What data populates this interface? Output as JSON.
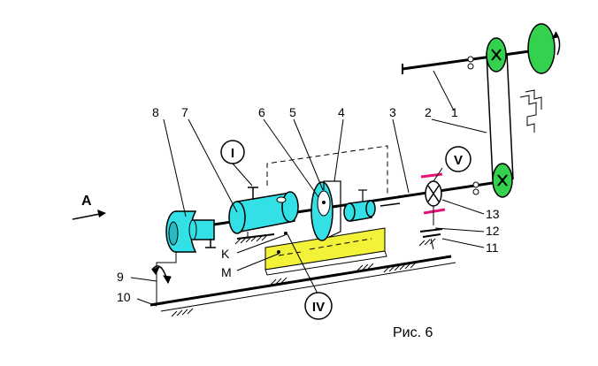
{
  "colors": {
    "cyan": "#33e0e6",
    "green": "#33d14d",
    "yellow": "#f2f238",
    "magenta": "#e8117a",
    "line": "#000000"
  },
  "labels": {
    "n1": "1",
    "n2": "2",
    "n3": "3",
    "n4": "4",
    "n5": "5",
    "n6": "6",
    "n7": "7",
    "n8": "8",
    "n9": "9",
    "n10": "10",
    "n11": "11",
    "n12": "12",
    "n13": "13",
    "k": "K",
    "m": "M",
    "a": "A",
    "circ_i": "I",
    "circ_iv": "IV",
    "circ_v": "V"
  },
  "caption": "Рис. 6"
}
